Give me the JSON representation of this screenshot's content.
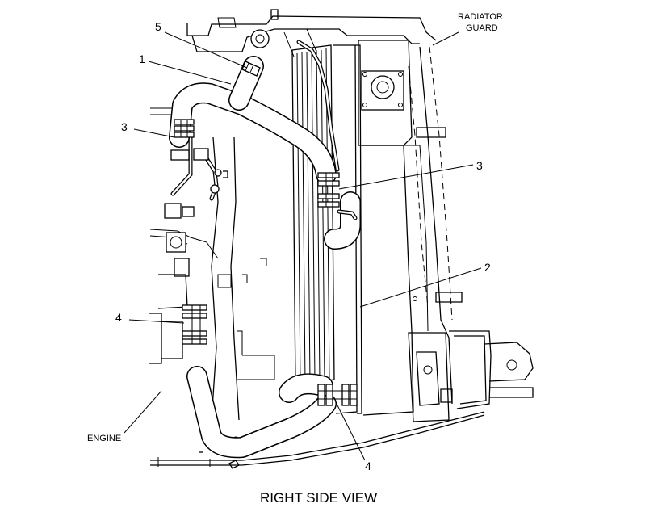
{
  "labels": {
    "radiator_guard_line1": "RADIATOR",
    "radiator_guard_line2": "GUARD",
    "callout_1": "1",
    "callout_2": "2",
    "callout_3_left": "3",
    "callout_3_right": "3",
    "callout_4_left": "4",
    "callout_4_bottom": "4",
    "callout_5": "5",
    "engine": "ENGINE"
  },
  "caption": "RIGHT SIDE VIEW"
}
